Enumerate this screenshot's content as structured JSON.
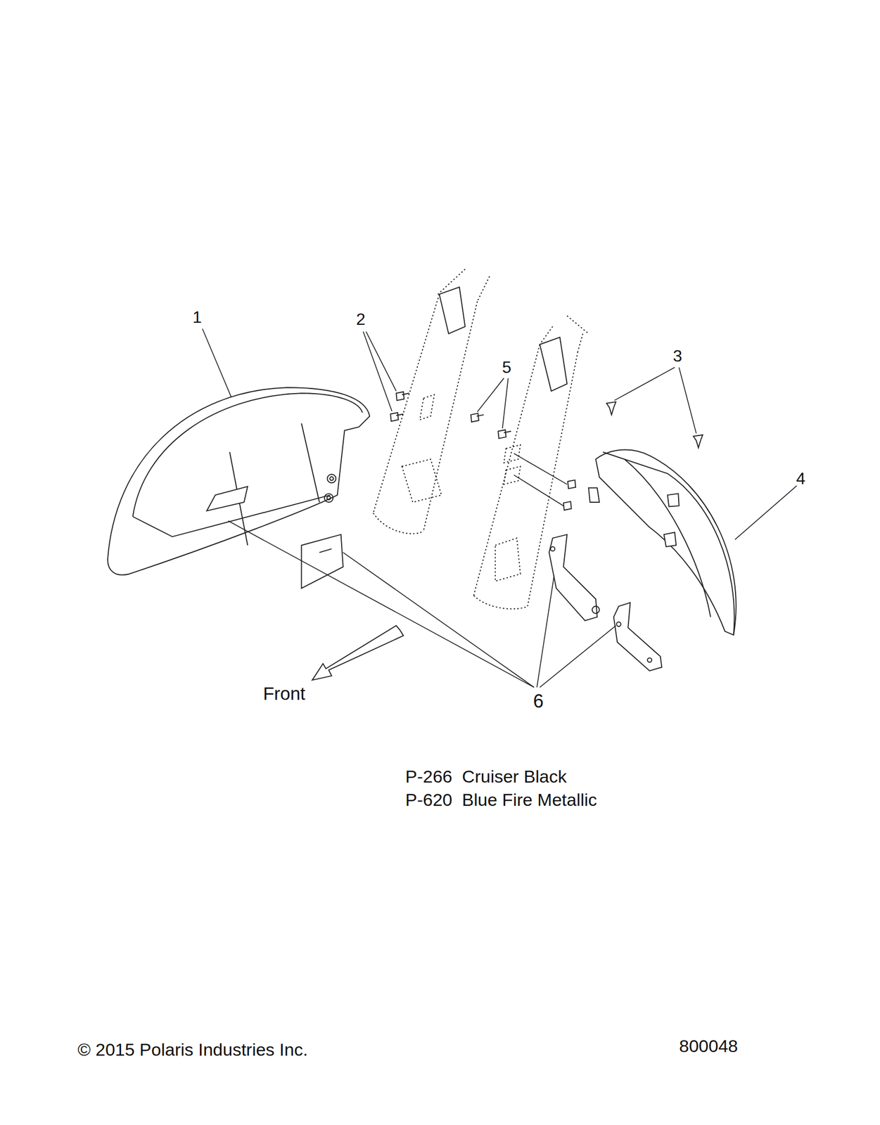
{
  "diagram": {
    "labels": [
      "1",
      "2",
      "5",
      "3",
      "4",
      "6",
      "Front",
      "P-266  Cruiser Black",
      "P-620  Blue Fire Metallic",
      "© 2015 Polaris Industries Inc.",
      "800048"
    ]
  }
}
